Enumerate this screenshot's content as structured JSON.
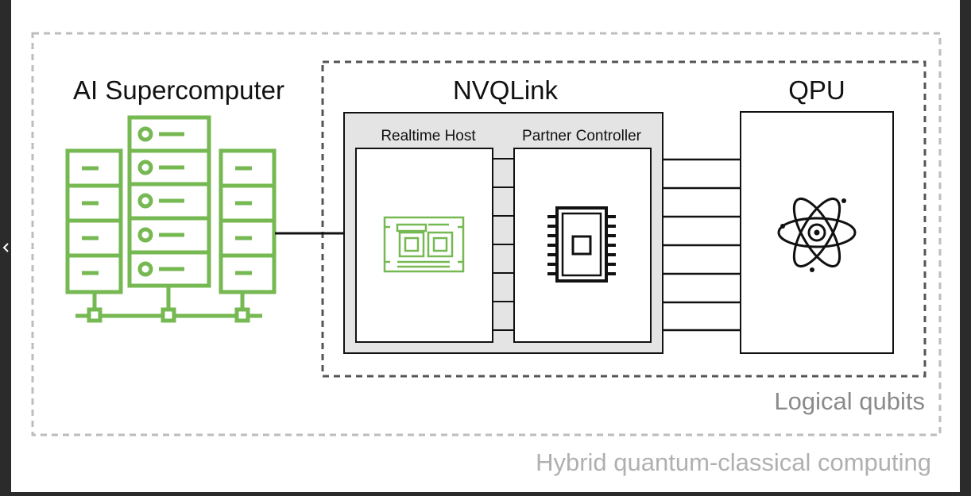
{
  "labels": {
    "ai_supercomputer": "AI Supercomputer",
    "nvqlink": "NVQLink",
    "qpu": "QPU",
    "realtime_host": "Realtime Host",
    "partner_controller": "Partner Controller",
    "logical_qubits": "Logical qubits",
    "hybrid": "Hybrid quantum-classical computing"
  },
  "colors": {
    "frame": "#2b2b2b",
    "canvas": "#ffffff",
    "accent_green": "#76b852",
    "ink": "#111111",
    "dash_light": "#bdbdbd",
    "dash_dark": "#555555",
    "panel_fill": "#e4e4e4",
    "muted_text": "#9a9a9a"
  },
  "icons": {
    "supercomputer": "server-racks-icon",
    "realtime_host": "circuit-board-icon",
    "partner_controller": "chip-icon",
    "qpu": "atom-icon",
    "nav": "chevron-left-icon"
  }
}
